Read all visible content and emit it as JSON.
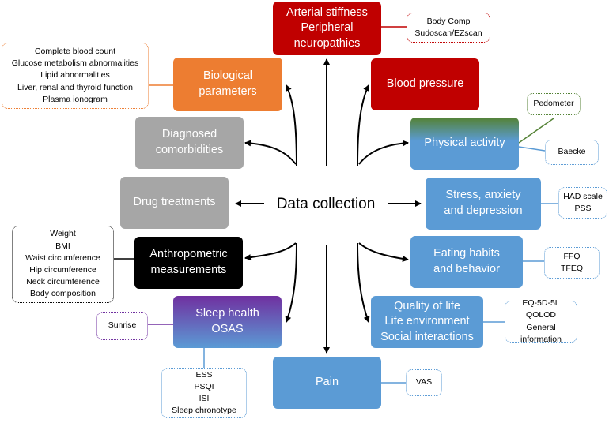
{
  "diagram": {
    "center": "Data collection",
    "categories": [
      {
        "id": "arterial",
        "label": "Arterial stiffness\nPeripheral\nneuropathies",
        "color": "#c00000",
        "details": "Body Comp\nSudoscan/EZscan",
        "detail_border": "#c00000"
      },
      {
        "id": "biological",
        "label": "Biological\nparameters",
        "color": "#ed7d31",
        "details": "Complete blood count\nGlucose metabolism abnormalities\nLipid abnormalities\nLiver, renal and thyroid function\nPlasma ionogram",
        "detail_border": "#ed7d31"
      },
      {
        "id": "blood-pressure",
        "label": "Blood pressure",
        "color": "#c00000"
      },
      {
        "id": "comorbidities",
        "label": "Diagnosed\ncomorbidities",
        "color": "#a6a6a6"
      },
      {
        "id": "physical-activity",
        "label": "Physical activity",
        "color": "#5b9bd5",
        "details_top": "Pedometer",
        "details_top_border": "#548235",
        "details": "Baecke",
        "detail_border": "#5b9bd5"
      },
      {
        "id": "drug-treatments",
        "label": "Drug treatments",
        "color": "#a6a6a6"
      },
      {
        "id": "stress",
        "label": "Stress, anxiety\nand depression",
        "color": "#5b9bd5",
        "details": "HAD scale\nPSS",
        "detail_border": "#5b9bd5"
      },
      {
        "id": "anthropometric",
        "label": "Anthropometric\nmeasurements",
        "color": "#000000",
        "details": "Weight\nBMI\nWaist circumference\nHip circumference\nNeck circumference\nBody composition",
        "detail_border": "#000000"
      },
      {
        "id": "eating",
        "label": "Eating habits\nand behavior",
        "color": "#5b9bd5",
        "details": "FFQ\nTFEQ",
        "detail_border": "#5b9bd5"
      },
      {
        "id": "sleep",
        "label": "Sleep health\nOSAS",
        "color": "#7030a0",
        "details_side": "Sunrise",
        "details_side_border": "#7030a0",
        "details": "ESS\nPSQI\nISI\nSleep chronotype",
        "detail_border": "#5b9bd5"
      },
      {
        "id": "quality",
        "label": "Quality of life\nLife environment\nSocial interactions",
        "color": "#5b9bd5",
        "details": "EQ-5D-5L\nQOLOD\nGeneral information",
        "detail_border": "#5b9bd5"
      },
      {
        "id": "pain",
        "label": "Pain",
        "color": "#5b9bd5",
        "details": "VAS",
        "detail_border": "#5b9bd5"
      }
    ]
  }
}
